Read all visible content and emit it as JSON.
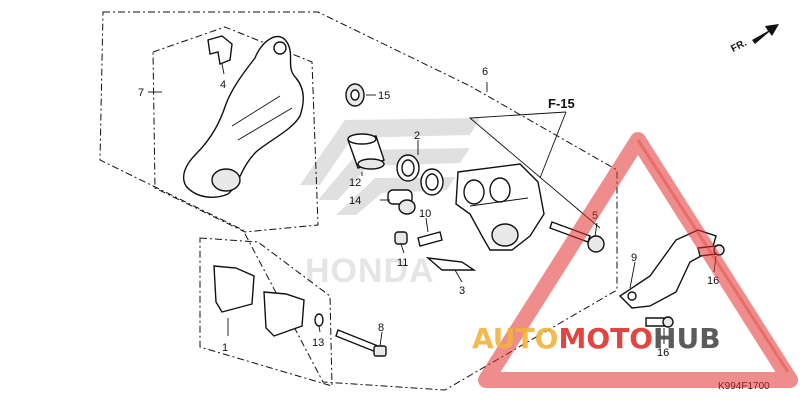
{
  "diagram": {
    "labels": {
      "l1": "1",
      "l2": "2",
      "l3": "3",
      "l4": "4",
      "l5": "5",
      "l6": "6",
      "l7": "7",
      "l8": "8",
      "l9": "9",
      "l10": "10",
      "l11": "11",
      "l12": "12",
      "l13": "13",
      "l14": "14",
      "l15": "15",
      "l16a": "16",
      "l16b": "16"
    },
    "ref_f15": "F-15",
    "front_indicator": "FR.",
    "drawing_code": "K994F1700"
  },
  "watermark": {
    "honda_text": "HONDA",
    "brand_auto": "AUTO",
    "brand_moto": "MOTO",
    "brand_hub": "HUB",
    "colors": {
      "red": "#e0302b",
      "gold": "#f3b33a",
      "gray": "#4a4a4a"
    }
  }
}
